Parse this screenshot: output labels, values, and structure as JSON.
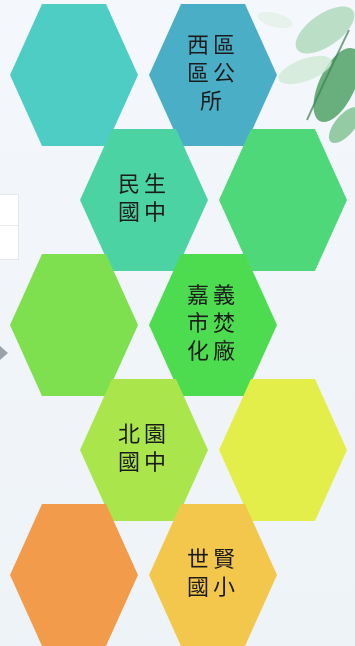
{
  "tiles": [
    {
      "id": "teal-blank",
      "label": "",
      "color": "#4ecdc4"
    },
    {
      "id": "west-district-office",
      "label": "西區區公所",
      "color": "#4aaec7"
    },
    {
      "id": "minsheng-junior-high",
      "label": "民生國中",
      "color": "#4cd3a4"
    },
    {
      "id": "green-blank",
      "label": "",
      "color": "#4ed87a"
    },
    {
      "id": "lime-blank",
      "label": "",
      "color": "#7ee04f"
    },
    {
      "id": "chiayi-incinerator",
      "label": "嘉義市焚化廠",
      "color": "#4ddb4f"
    },
    {
      "id": "beiyuan-junior-high",
      "label": "北園國中",
      "color": "#a9e54b"
    },
    {
      "id": "yellow-blank",
      "label": "",
      "color": "#e4ee4a"
    },
    {
      "id": "orange-blank",
      "label": "",
      "color": "#f29c4b"
    },
    {
      "id": "shixian-elementary",
      "label": "世賢國小",
      "color": "#f3c74b"
    }
  ],
  "icons": {
    "decoration": "leaf-decoration-icon",
    "left_arrow": "play-arrow-icon"
  }
}
